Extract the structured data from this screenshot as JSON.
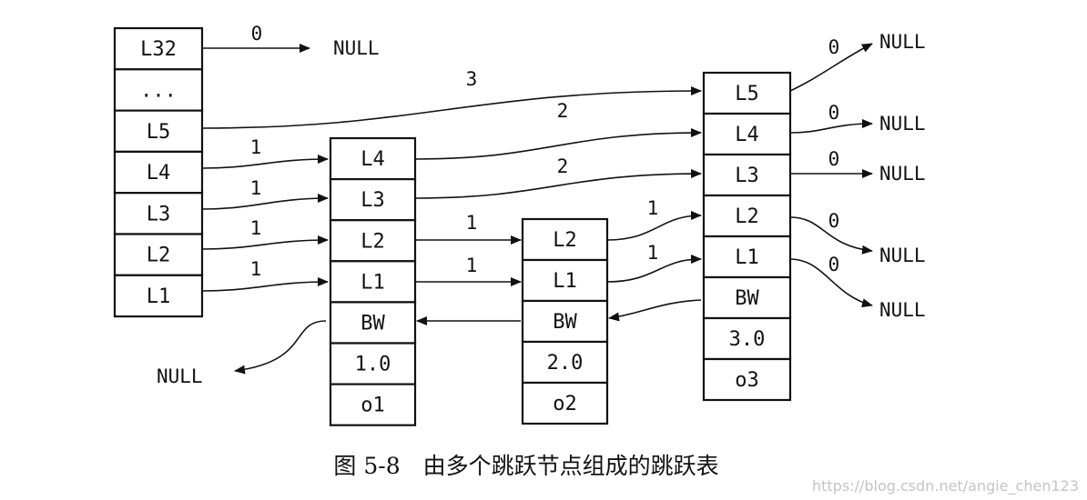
{
  "nodes": {
    "header": {
      "cells": [
        "L32",
        "...",
        "L5",
        "L4",
        "L3",
        "L2",
        "L1"
      ]
    },
    "node1": {
      "cells": [
        "L4",
        "L3",
        "L2",
        "L1",
        "BW",
        "1.0",
        "o1"
      ]
    },
    "node2": {
      "cells": [
        "L2",
        "L1",
        "BW",
        "2.0",
        "o2"
      ]
    },
    "node3": {
      "cells": [
        "L5",
        "L4",
        "L3",
        "L2",
        "L1",
        "BW",
        "3.0",
        "o3"
      ]
    }
  },
  "labels": {
    "null": "NULL",
    "span_0": "0",
    "span_1": "1",
    "span_2": "2",
    "span_3": "3"
  },
  "caption": "图 5-8　由多个跳跃节点组成的跳跃表",
  "watermark": "https://blog.csdn.net/angie_chen123"
}
